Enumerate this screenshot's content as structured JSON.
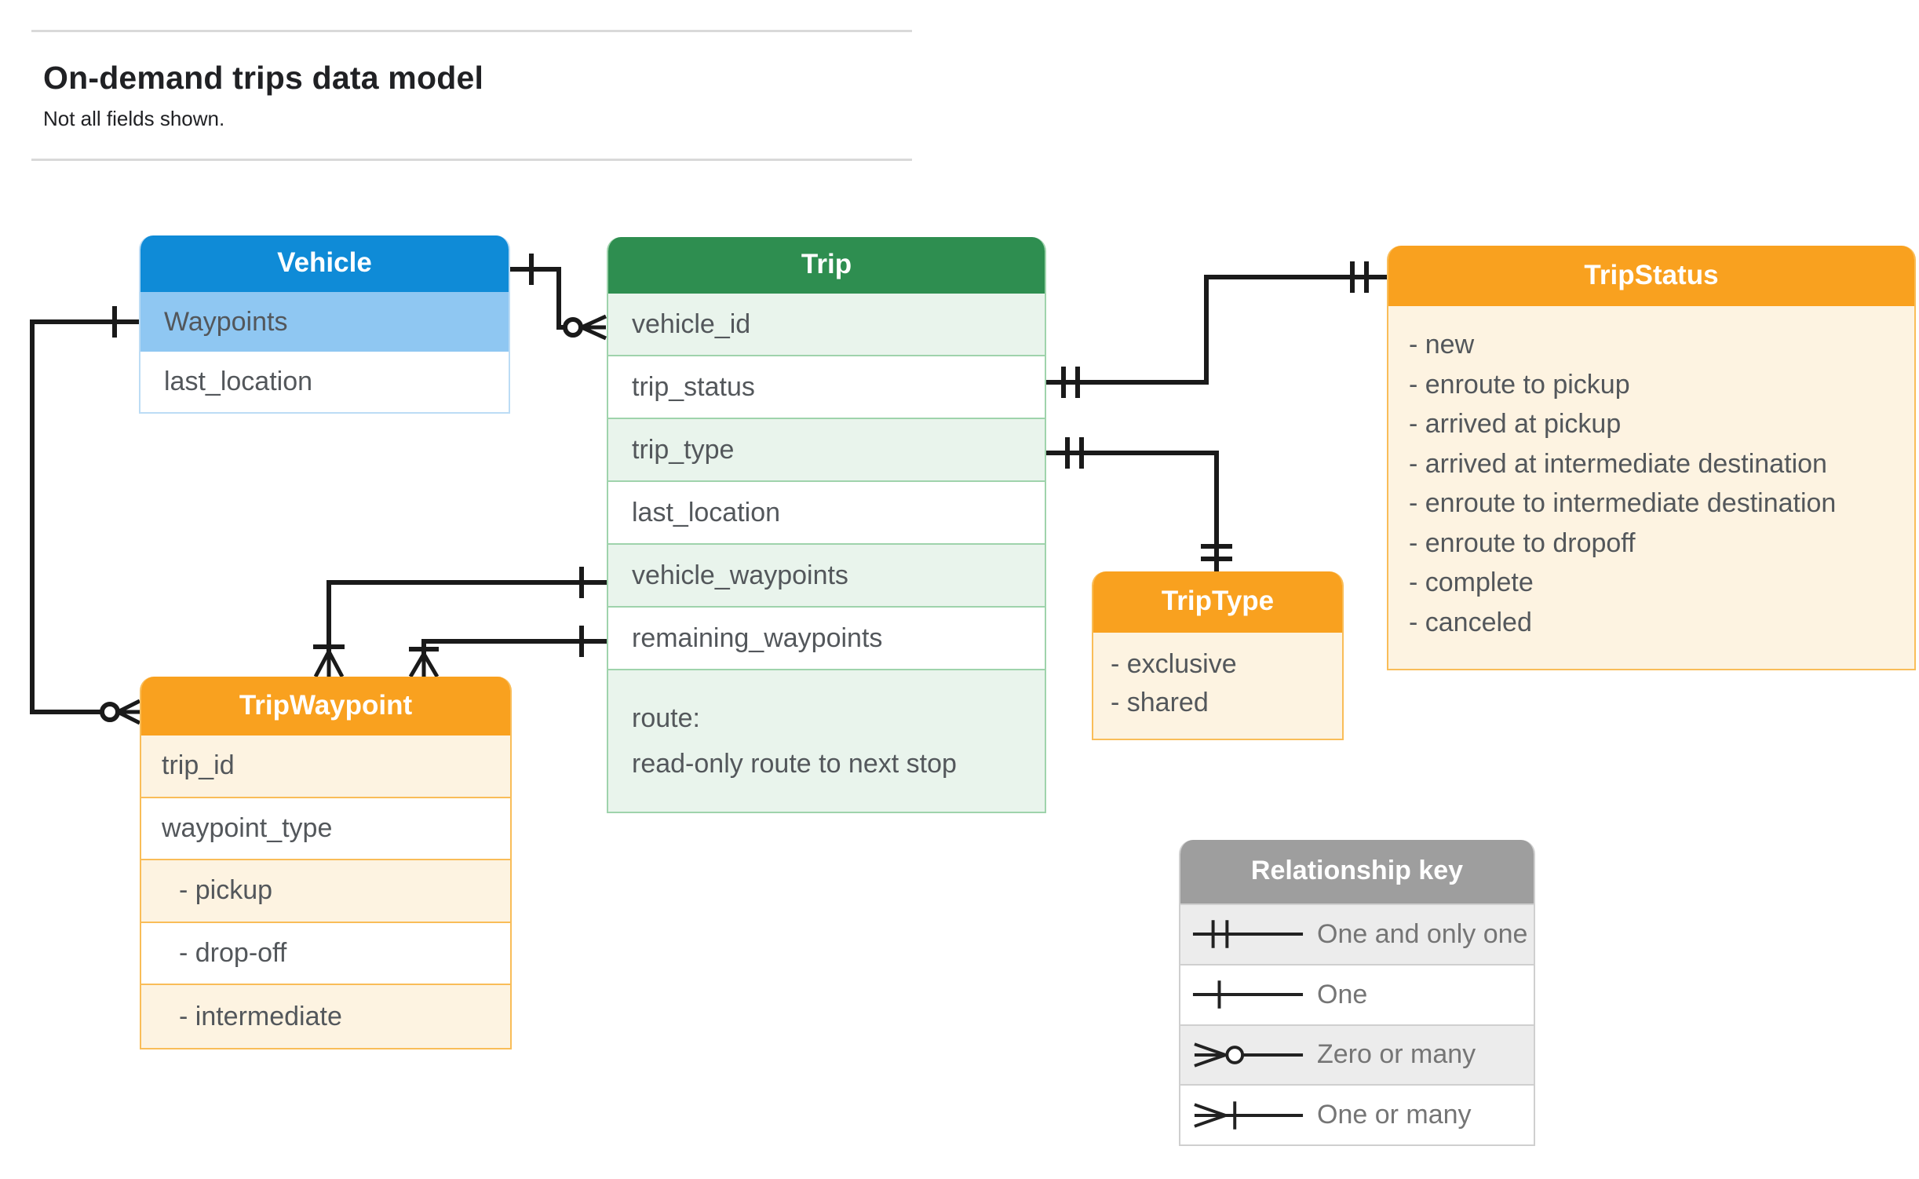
{
  "page": {
    "title": "On-demand trips data model",
    "subtitle": "Not all fields shown."
  },
  "entities": {
    "vehicle": {
      "title": "Vehicle",
      "rows": [
        "Waypoints",
        "last_location"
      ]
    },
    "trip": {
      "title": "Trip",
      "rows": [
        "vehicle_id",
        "trip_status",
        "trip_type",
        "last_location",
        "vehicle_waypoints",
        "remaining_waypoints"
      ],
      "route_row": {
        "line1": "route:",
        "line2": "read-only route to next stop"
      }
    },
    "trip_status": {
      "title": "TripStatus",
      "items": [
        "- new",
        "- enroute to pickup",
        "- arrived at pickup",
        "- arrived at intermediate destination",
        "- enroute to intermediate destination",
        "- enroute to dropoff",
        "- complete",
        "- canceled"
      ]
    },
    "trip_type": {
      "title": "TripType",
      "items": [
        "- exclusive",
        "- shared"
      ]
    },
    "trip_waypoint": {
      "title": "TripWaypoint",
      "rows": [
        "trip_id",
        "waypoint_type"
      ],
      "enum_items": [
        "- pickup",
        "- drop-off",
        "- intermediate"
      ]
    }
  },
  "legend": {
    "title": "Relationship key",
    "items": [
      {
        "symbol": "one-and-only-one",
        "label": "One and only one"
      },
      {
        "symbol": "one",
        "label": "One"
      },
      {
        "symbol": "zero-or-many",
        "label": "Zero or many"
      },
      {
        "symbol": "one-or-many",
        "label": "One or many"
      }
    ]
  },
  "colors": {
    "blue": "#0f8bd7",
    "blue_light": "#8fc7f2",
    "blue_border": "#bcdcf5",
    "green": "#2e8e50",
    "green_light": "#e9f4ec",
    "green_border": "#9fd3ac",
    "orange": "#f9a11f",
    "orange_cream": "#fdf3e1",
    "orange_border": "#f9bd58",
    "gray": "#9e9e9e",
    "gray_light": "#ececec",
    "gray_border": "#cfcfcf",
    "text": "#53575b",
    "legend_text": "#757575",
    "title_text": "#202124",
    "line": "#1a1a1a",
    "rule": "#d9d9d9"
  }
}
